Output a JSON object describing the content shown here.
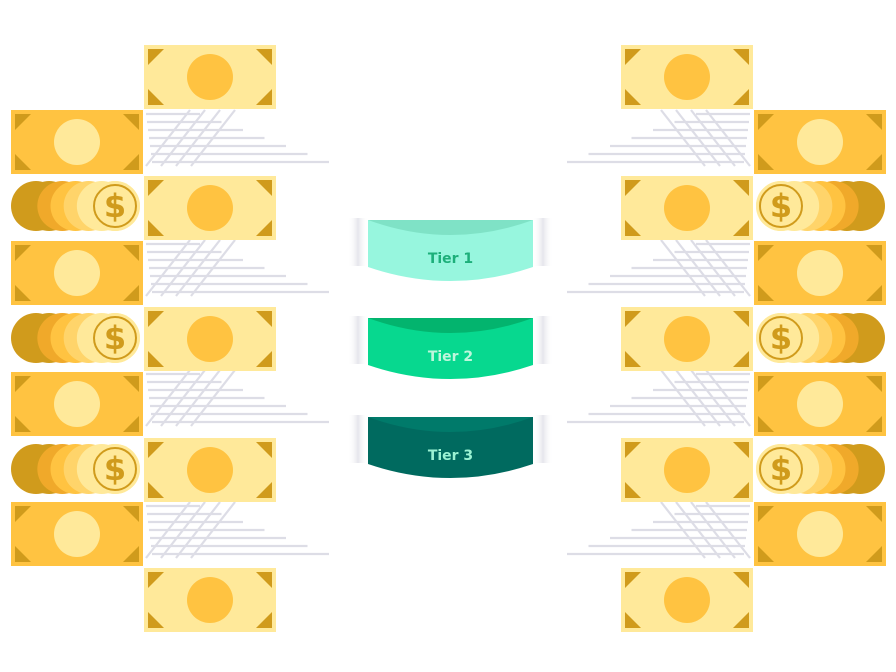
{
  "colors": {
    "bill_light": "#FFE99A",
    "bill_light_circle": "#FFC341",
    "bill_dark": "#FFC341",
    "bill_dark_circle": "#FFE99A",
    "corner": "#D09B1C",
    "coin_face": "#FFE99A",
    "coin_mark": "#D09B1C",
    "coin_rings": [
      "#D09B1C",
      "#F0A92A",
      "#FFC341",
      "#FFD46A",
      "#FFE99A"
    ],
    "stripes": "#DDDDE6"
  },
  "coin_symbol": "$",
  "tiers": [
    {
      "label": "Tier 1",
      "top_color": "#7FE2C6",
      "body_color": "#97F6DE",
      "text_color": "#1DAF7A"
    },
    {
      "label": "Tier 2",
      "top_color": "#03B46E",
      "body_color": "#07D88F",
      "text_color": "#BFF6DC"
    },
    {
      "label": "Tier 3",
      "top_color": "#007A6A",
      "body_color": "#006A5F",
      "text_color": "#9BF2D3"
    }
  ]
}
